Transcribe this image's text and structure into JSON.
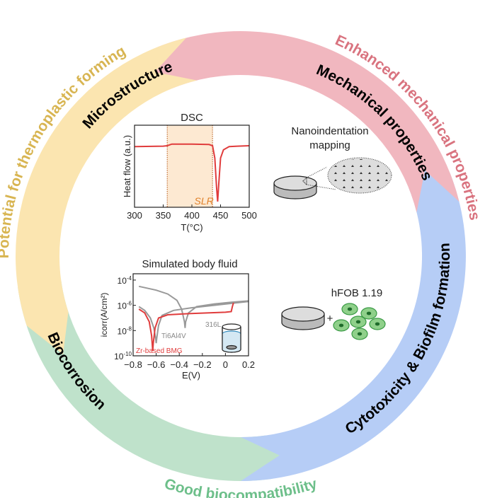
{
  "colors": {
    "yellow": "#fbe5b0",
    "pink": "#f1b7bf",
    "blue": "#b6cdf6",
    "green": "#bfe2cb",
    "yellow_text": "#d8b552",
    "pink_text": "#d9737f",
    "green_text": "#6dbf8a",
    "red_curve": "#e03c3c",
    "gray_curve": "#999999",
    "slr_fill": "#fde9d2",
    "slr_text": "#e0822c",
    "cell": "#8fd08a"
  },
  "ring": {
    "microstructure": "Microstructure",
    "mechanical": "Mechanical properties",
    "cytotoxicity": "Cytotoxicity & Biofilm formation",
    "biocorrosion": "Biocorrosion"
  },
  "outer": {
    "thermoplastic": "Potential for thermoplastic forming",
    "mechanical": "Enhanced mechanical properties",
    "biocompat": "Good biocompatibility"
  },
  "nano": {
    "line1": "Nanoindentation",
    "line2": "mapping"
  },
  "cells": {
    "label": "hFOB 1.19",
    "plus": "+"
  },
  "chart_data": [
    {
      "type": "line",
      "title": "DSC",
      "xlabel": "T(°C)",
      "ylabel": "Heat flow (a.u.)",
      "xlim": [
        300,
        500
      ],
      "xticks": [
        "300",
        "350",
        "400",
        "450",
        "500"
      ],
      "shaded_region": {
        "label": "SLR",
        "x": [
          357,
          436
        ]
      },
      "series": [
        {
          "x": [
            300,
            350,
            357,
            365,
            400,
            430,
            436,
            440,
            443,
            445,
            447,
            450,
            455,
            465,
            480,
            500
          ],
          "y": [
            0.74,
            0.745,
            0.75,
            0.77,
            0.77,
            0.765,
            0.75,
            0.6,
            0.25,
            0.07,
            0.3,
            0.6,
            0.7,
            0.74,
            0.745,
            0.75
          ]
        }
      ]
    },
    {
      "type": "line",
      "title": "Simulated body fluid",
      "xlabel": "E(V)",
      "ylabel": "icorr(A/cm²)",
      "ylabel_main": "i",
      "ylabel_sub": "corr",
      "ylabel_rest": "(A/cm²)",
      "ylog": true,
      "ylim": [
        -10,
        -3.5
      ],
      "xlim": [
        -0.8,
        0.2
      ],
      "xticks": [
        "−0.8",
        "−0.6",
        "−0.4",
        "−0.2",
        "0",
        "0.2"
      ],
      "yticks": [
        {
          "base": "10",
          "exp": "-4"
        },
        {
          "base": "10",
          "exp": "-6"
        },
        {
          "base": "10",
          "exp": "-8"
        },
        {
          "base": "10",
          "exp": "-10"
        }
      ],
      "series": [
        {
          "name": "316L",
          "color": "gray",
          "x": [
            -0.75,
            -0.6,
            -0.5,
            -0.42,
            -0.38,
            -0.355,
            -0.35,
            -0.345,
            -0.32,
            -0.25,
            -0.1,
            0.05,
            0.2
          ],
          "logy": [
            -4.5,
            -4.8,
            -5.1,
            -5.6,
            -6.3,
            -7.3,
            -7.8,
            -7.3,
            -6.6,
            -6.1,
            -5.9,
            -5.75,
            -5.65
          ]
        },
        {
          "name": "Ti6Al4V",
          "color": "gray",
          "x": [
            -0.75,
            -0.7,
            -0.65,
            -0.62,
            -0.605,
            -0.6,
            -0.595,
            -0.58,
            -0.55,
            -0.45,
            -0.3,
            -0.1,
            0.1,
            0.2
          ],
          "logy": [
            -6.1,
            -6.4,
            -7.0,
            -7.8,
            -8.6,
            -9.0,
            -8.6,
            -7.6,
            -6.8,
            -6.4,
            -6.2,
            -6.0,
            -5.8,
            -5.7
          ]
        },
        {
          "name": "Zr-based BMG",
          "color": "red",
          "x": [
            -0.75,
            -0.7,
            -0.66,
            -0.64,
            -0.635,
            -0.63,
            -0.625,
            -0.61,
            -0.58,
            -0.5,
            -0.3,
            0.0,
            0.05,
            0.06,
            0.07
          ],
          "logy": [
            -6.3,
            -6.6,
            -7.3,
            -8.4,
            -9.0,
            -9.6,
            -9.0,
            -7.8,
            -7.0,
            -6.75,
            -6.65,
            -6.55,
            -6.5,
            -6.1,
            -5.8
          ]
        }
      ]
    }
  ]
}
